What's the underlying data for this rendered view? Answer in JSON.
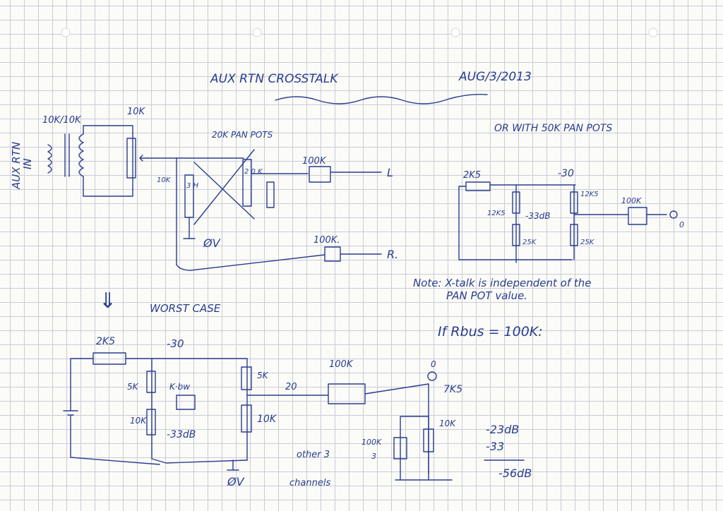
{
  "title": "AUX RTN CROSSTALK",
  "date": "AUG/3/2013",
  "top_circuit": {
    "side_label_1": "AUX RTN",
    "side_label_2": "IN",
    "transformer_label": "10K/10K",
    "pot_label": "10K",
    "pan_pots_label": "20K PAN POTS",
    "small_resistor_label": "10K",
    "pan_left_label": "3 H",
    "pan_right_label": "2 0 K",
    "ground_label": "ØV",
    "resistor_upper": "100K",
    "resistor_lower": "100K.",
    "out_upper": "L",
    "out_lower": "R."
  },
  "alt_circuit": {
    "heading": "OR WITH 50K PAN POTS",
    "r_in": "2K5",
    "level": "-30",
    "r_left": "12K5",
    "r_right": "12K5",
    "db_label": "-33dB",
    "r_bottom_left": "25K",
    "r_bottom_right": "25K",
    "r_out": "100K",
    "out_node": "0"
  },
  "note": {
    "line1": "Note: X-talk is independent of the",
    "line2": "PAN POT value."
  },
  "bus_note": "If Rbus = 100K:",
  "worst_case": {
    "arrow_label": "⇓",
    "heading": "WORST CASE",
    "r_in": "2K5",
    "level": "-30",
    "r_5k": "5K",
    "r_5k_right": "5K",
    "knob": "K·bw",
    "r_10k_left": "10K",
    "r_10k_right": "10K",
    "db_label": "-33dB",
    "node_20": "20",
    "r_100k": "100K",
    "ground_label": "ØV",
    "out_node": "0",
    "r_7k5": "7K5",
    "r_10k_bus": "10K",
    "other_label_1": "other 3",
    "other_label_2": "channels",
    "r_parallel_top": "100K",
    "r_parallel_bottom": "3",
    "db_23": "-23dB",
    "db_33": "-33",
    "db_56": "-56dB"
  }
}
